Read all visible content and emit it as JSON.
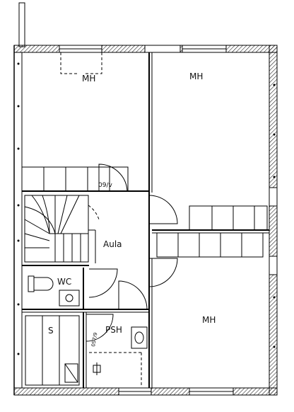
{
  "rooms": {
    "bedroom_nw": "MH",
    "bedroom_ne": "MH",
    "bedroom_se": "MH",
    "hall": "Aula",
    "wc": "WC",
    "sauna": "S",
    "washroom": "PSH"
  },
  "annotations": {
    "door_code_closet": "09/v",
    "door_code_sauna": "0S7/9"
  }
}
